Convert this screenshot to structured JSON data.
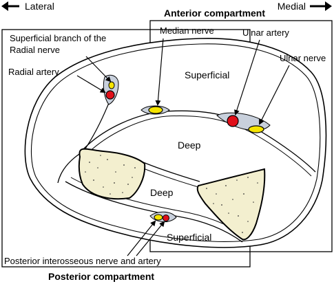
{
  "directions": {
    "lateral": "Lateral",
    "medial": "Medial"
  },
  "compartments": {
    "anterior": "Anterior compartment",
    "posterior": "Posterior compartment"
  },
  "labels": {
    "superficial_branch_line1": "Superficial branch of the",
    "superficial_branch_line2": "Radial nerve",
    "radial_artery": "Radial artery",
    "median_nerve": "Median nerve",
    "ulnar_artery": "Ulnar artery",
    "ulnar_nerve": "Ulnar nerve",
    "superficial_anterior": "Superficial",
    "deep_anterior": "Deep",
    "deep_posterior": "Deep",
    "superficial_posterior": "Superficial",
    "posterior_interosseous": "Posterior interosseous nerve and artery"
  },
  "colors": {
    "nerve": "#f5e400",
    "artery": "#e0101a",
    "fascia": "#c8d0dc",
    "bone": "#f3efcf",
    "outline": "#000000"
  }
}
